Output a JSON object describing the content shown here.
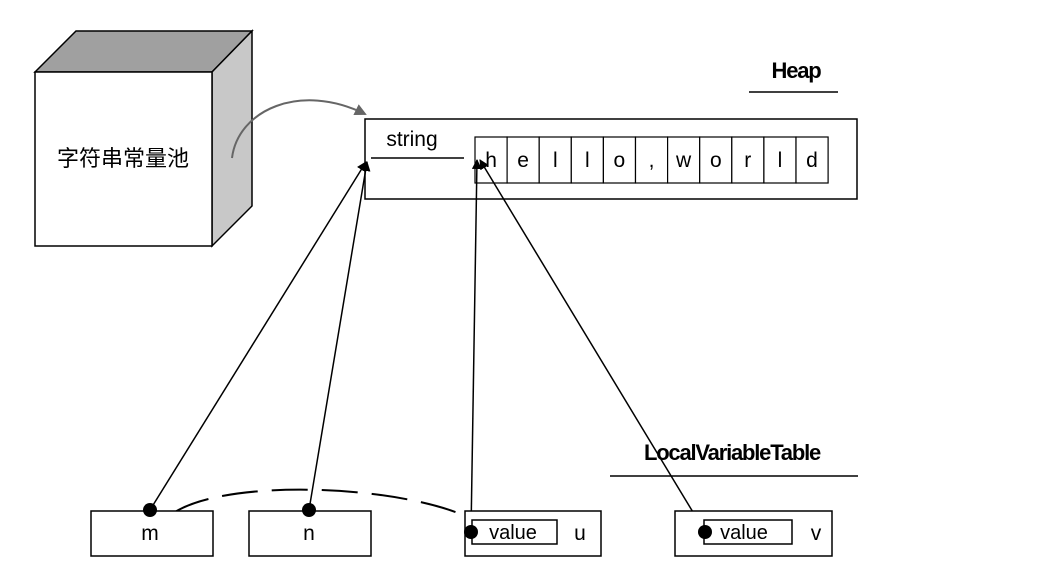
{
  "pool": {
    "label": "字符串常量池"
  },
  "heap": {
    "title": "Heap",
    "class_label": "string",
    "chars": [
      "h",
      "e",
      "l",
      "l",
      "o",
      ",",
      "w",
      "o",
      "r",
      "l",
      "d"
    ]
  },
  "local_table": {
    "title": "LocalVariableTable"
  },
  "variables": [
    {
      "name": "m"
    },
    {
      "name": "n"
    },
    {
      "name": "u",
      "field": "value"
    },
    {
      "name": "v",
      "field": "value"
    }
  ]
}
